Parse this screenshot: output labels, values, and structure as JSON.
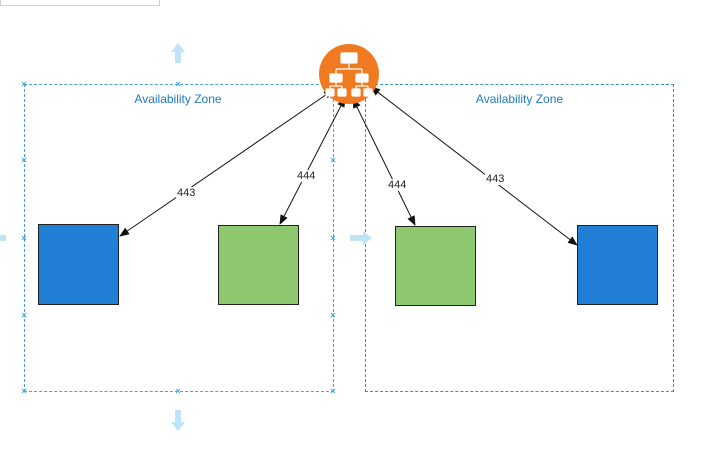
{
  "diagram": {
    "zones": [
      {
        "label": "Availability Zone"
      },
      {
        "label": "Availability Zone"
      }
    ],
    "load_balancer": {
      "icon": "load-balancer-icon",
      "color": "#ef7a22"
    },
    "instances": [
      {
        "color": "#2180d6"
      },
      {
        "color": "#8dc86e"
      },
      {
        "color": "#8dc86e"
      },
      {
        "color": "#2180d6"
      }
    ],
    "connections": [
      {
        "label": "443"
      },
      {
        "label": "444"
      },
      {
        "label": "444"
      },
      {
        "label": "443"
      }
    ]
  },
  "colors": {
    "zone_border": "#3b8fc4",
    "zone_label": "#1f7bbf",
    "handle": "#9fd3f2",
    "arrow": "#111111"
  }
}
